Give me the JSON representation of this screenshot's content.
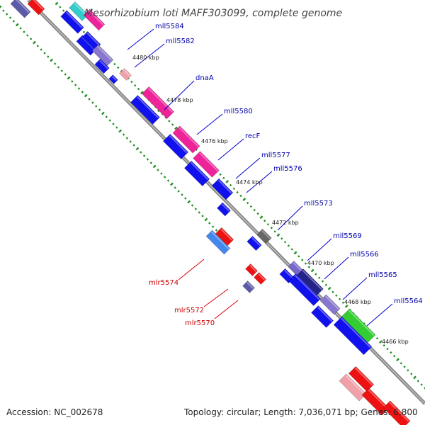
{
  "title": "Mesorhizobium loti MAFF303099, complete genome",
  "footer": {
    "accession": "Accession: NC_002678",
    "summary": "Topology: circular; Length: 7,036,071 bp; Genes: 6,800"
  },
  "colors": {
    "backbone": "#8a8a8a",
    "tick_dots": "#1f8f1f",
    "label_forward": "#0000aa",
    "label_reverse": "#cc0000",
    "leader_forward": "#0000cc",
    "leader_reverse": "#dd0000"
  },
  "ticks": [
    {
      "id": "4480",
      "label": "4480 kbp"
    },
    {
      "id": "4478",
      "label": "4478 kbp"
    },
    {
      "id": "4476",
      "label": "4476 kbp"
    },
    {
      "id": "4474",
      "label": "4474 kbp"
    },
    {
      "id": "4472",
      "label": "4472 kbp"
    },
    {
      "id": "4470",
      "label": "4470 kbp"
    },
    {
      "id": "4468",
      "label": "4468 kbp"
    },
    {
      "id": "4466",
      "label": "4466 kbp"
    }
  ],
  "gene_labels": [
    {
      "id": "mll5584",
      "text": "mll5584",
      "strand": "forward"
    },
    {
      "id": "mll5582",
      "text": "mll5582",
      "strand": "forward"
    },
    {
      "id": "dnaA",
      "text": "dnaA",
      "strand": "forward"
    },
    {
      "id": "mll5580",
      "text": "mll5580",
      "strand": "forward"
    },
    {
      "id": "recF",
      "text": "recF",
      "strand": "forward"
    },
    {
      "id": "mll5577",
      "text": "mll5577",
      "strand": "forward"
    },
    {
      "id": "mll5576",
      "text": "mll5576",
      "strand": "forward"
    },
    {
      "id": "mll5573",
      "text": "mll5573",
      "strand": "forward"
    },
    {
      "id": "mll5569",
      "text": "mll5569",
      "strand": "forward"
    },
    {
      "id": "mll5566",
      "text": "mll5566",
      "strand": "forward"
    },
    {
      "id": "mll5565",
      "text": "mll5565",
      "strand": "forward"
    },
    {
      "id": "mll5564",
      "text": "mll5564",
      "strand": "forward"
    },
    {
      "id": "mlr5574",
      "text": "mlr5574",
      "strand": "reverse"
    },
    {
      "id": "mlr5572",
      "text": "mlr5572",
      "strand": "reverse"
    },
    {
      "id": "mlr5570",
      "text": "mlr5570",
      "strand": "reverse"
    }
  ]
}
